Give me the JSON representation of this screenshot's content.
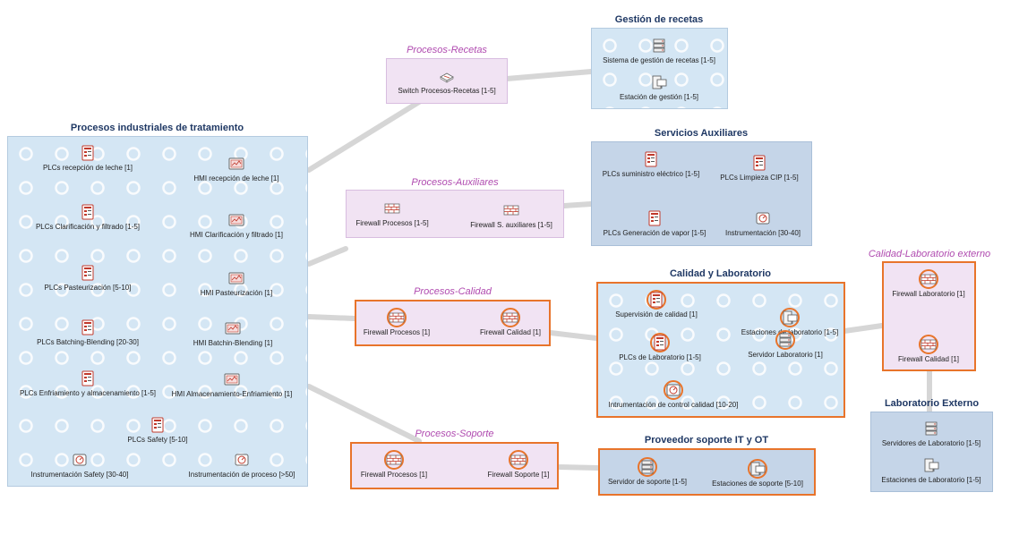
{
  "zones": [
    {
      "id": "procesos",
      "title": "Procesos industriales de tratamiento",
      "nodes": [
        {
          "label": "PLCs recepción de leche [1]",
          "icon": "plc-icon",
          "type": "plc"
        },
        {
          "label": "HMI recepción de leche [1]",
          "icon": "hmi-icon",
          "type": "hmi"
        },
        {
          "label": "PLCs Clarificación y filtrado [1-5]",
          "icon": "plc-icon",
          "type": "plc"
        },
        {
          "label": "HMI Clarificación y filtrado [1]",
          "icon": "hmi-icon",
          "type": "hmi"
        },
        {
          "label": "PLCs Pasteurización [5-10]",
          "icon": "plc-icon",
          "type": "plc"
        },
        {
          "label": "HMI Pasteurización [1]",
          "icon": "hmi-icon",
          "type": "hmi"
        },
        {
          "label": "PLCs Batching-Blending [20-30]",
          "icon": "plc-icon",
          "type": "plc"
        },
        {
          "label": "HMI Batchin-Blending [1]",
          "icon": "hmi-icon",
          "type": "hmi"
        },
        {
          "label": "PLCs Enfriamiento y almacenamiento [1-5]",
          "icon": "plc-icon",
          "type": "plc"
        },
        {
          "label": "HMI Almacenamiento-Enfriamiento [1]",
          "icon": "hmi-icon",
          "type": "hmi"
        },
        {
          "label": "PLCs Safety [5-10]",
          "icon": "plc-icon",
          "type": "plc"
        },
        {
          "label": "Instrumentación Safety [30-40]",
          "icon": "instrument-icon",
          "type": "inst"
        },
        {
          "label": "Instrumentación de proceso [>50]",
          "icon": "instrument-icon",
          "type": "inst"
        }
      ]
    },
    {
      "id": "recetas",
      "title": "Gestión de recetas",
      "nodes": [
        {
          "label": "Sistema de gestión de recetas [1-5]",
          "icon": "server-icon",
          "type": "server"
        },
        {
          "label": "Estación de gestión [1-5]",
          "icon": "workstation-icon",
          "type": "ws"
        }
      ]
    },
    {
      "id": "auxiliares",
      "title": "Servicios Auxiliares",
      "nodes": [
        {
          "label": "PLCs suministro eléctrico [1-5]",
          "icon": "plc-icon",
          "type": "plc"
        },
        {
          "label": "PLCs Limpieza CIP [1-5]",
          "icon": "plc-icon",
          "type": "plc"
        },
        {
          "label": "PLCs Generación de vapor [1-5]",
          "icon": "plc-icon",
          "type": "plc"
        },
        {
          "label": "Instrumentación [30-40]",
          "icon": "instrument-icon",
          "type": "inst"
        }
      ]
    },
    {
      "id": "calidad",
      "title": "Calidad y Laboratorio",
      "nodes": [
        {
          "label": "Supervisión de calidad [1]",
          "icon": "plc-icon",
          "type": "plc"
        },
        {
          "label": "Estaciones de laboratorio [1-5]",
          "icon": "workstation-icon",
          "type": "ws"
        },
        {
          "label": "PLCs de Laboratorio [1-5]",
          "icon": "plc-icon",
          "type": "plc"
        },
        {
          "label": "Servidor Laboratorio [1]",
          "icon": "server-icon",
          "type": "server"
        },
        {
          "label": "Intrumentación de control calidad [10-20]",
          "icon": "instrument-icon",
          "type": "inst"
        }
      ]
    },
    {
      "id": "soporte",
      "title": "Proveedor soporte IT y OT",
      "nodes": [
        {
          "label": "Servidor de soporte [1-5]",
          "icon": "server-icon",
          "type": "server"
        },
        {
          "label": "Estaciones de soporte [5-10]",
          "icon": "workstation-icon",
          "type": "ws"
        }
      ]
    },
    {
      "id": "labext",
      "title": "Laboratorio Externo",
      "nodes": [
        {
          "label": "Servidores de Laboratorio [1-5]",
          "icon": "server-icon",
          "type": "server"
        },
        {
          "label": "Estaciones de Laboratorio [1-5]",
          "icon": "workstation-icon",
          "type": "ws"
        }
      ]
    }
  ],
  "conduits": [
    {
      "id": "c-recetas",
      "title": "Procesos-Recetas",
      "nodes": [
        {
          "label": "Switch Procesos-Recetas [1-5]",
          "icon": "switch-icon",
          "type": "switch"
        }
      ]
    },
    {
      "id": "c-aux",
      "title": "Procesos-Auxiliares",
      "nodes": [
        {
          "label": "Firewall Procesos [1-5]",
          "icon": "firewall-icon",
          "type": "fw"
        },
        {
          "label": "Firewall S. auxiliares [1-5]",
          "icon": "firewall-icon",
          "type": "fw"
        }
      ]
    },
    {
      "id": "c-calidad",
      "title": "Procesos-Calidad",
      "nodes": [
        {
          "label": "Firewall Procesos [1]",
          "icon": "firewall-icon",
          "type": "fw"
        },
        {
          "label": "Firewall Calidad [1]",
          "icon": "firewall-icon",
          "type": "fw"
        }
      ]
    },
    {
      "id": "c-labext",
      "title": "Calidad-Laboratorio externo",
      "nodes": [
        {
          "label": "Firewall Laboratorio [1]",
          "icon": "firewall-icon",
          "type": "fw"
        },
        {
          "label": "Firewall Calidad [1]",
          "icon": "firewall-icon",
          "type": "fw"
        }
      ]
    },
    {
      "id": "c-soporte",
      "title": "Procesos-Soporte",
      "nodes": [
        {
          "label": "Firewall Procesos [1]",
          "icon": "firewall-icon",
          "type": "fw"
        },
        {
          "label": "Firewall Soporte [1]",
          "icon": "firewall-icon",
          "type": "fw"
        }
      ]
    }
  ],
  "colors": {
    "accent": "#e8742b",
    "conduit_title": "#b04bb0",
    "zone_title": "#1f3864",
    "link": "#d6d6d6"
  }
}
